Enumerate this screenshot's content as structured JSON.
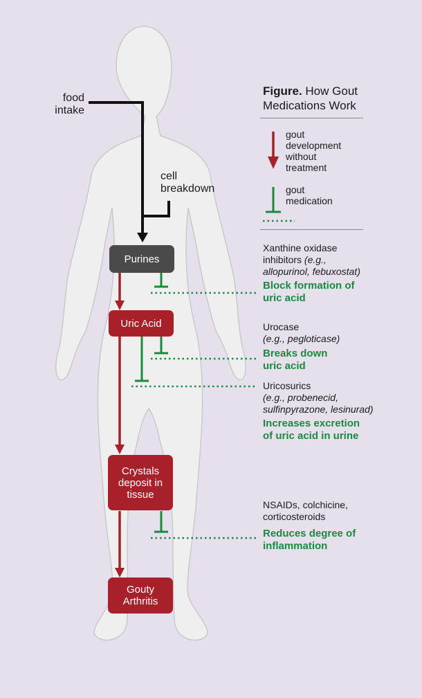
{
  "figure": {
    "label": "Figure.",
    "title_rest": "How Gout",
    "title_line2": "Medications Work"
  },
  "legend": {
    "development_line1": "gout",
    "development_line2": "development",
    "development_line3": "without",
    "development_line4": "treatment",
    "medication_line1": "gout",
    "medication_line2": "medication"
  },
  "inputs": {
    "food_line1": "food",
    "food_line2": "intake",
    "cell_line1": "cell",
    "cell_line2": "breakdown"
  },
  "boxes": {
    "purines": "Purines",
    "uric_acid": "Uric Acid",
    "crystals_line1": "Crystals",
    "crystals_line2": "deposit in",
    "crystals_line3": "tissue",
    "gouty_line1": "Gouty",
    "gouty_line2": "Arthritis"
  },
  "drugs": {
    "xo_line1": "Xanthine oxidase",
    "xo_line2": "inhibitors",
    "xo_eg_line2": "(e.g.,",
    "xo_eg_line3": "allopurinol, febuxostat)",
    "xo_effect_line1": "Block formation of",
    "xo_effect_line2": "uric acid",
    "urocase": "Urocase",
    "urocase_eg": "(e.g., pegloticase)",
    "urocase_effect_line1": "Breaks down",
    "urocase_effect_line2": "uric acid",
    "uricosurics": "Uricosurics",
    "uricosurics_eg_line1": "(e.g., probenecid,",
    "uricosurics_eg_line2": "sulfinpyrazone, lesinurad)",
    "uricosurics_effect_line1": "Increases excretion",
    "uricosurics_effect_line2": "of uric acid in urine",
    "nsaid_line1": "NSAIDs, colchicine,",
    "nsaid_line2": "corticosteroids",
    "nsaid_effect_line1": "Reduces degree of",
    "nsaid_effect_line2": "inflammation"
  },
  "colors": {
    "background": "#e6e0ec",
    "body": "#efefef",
    "red": "#a8202a",
    "green": "#1a8a3c",
    "dark_box": "#4a4a4a"
  }
}
